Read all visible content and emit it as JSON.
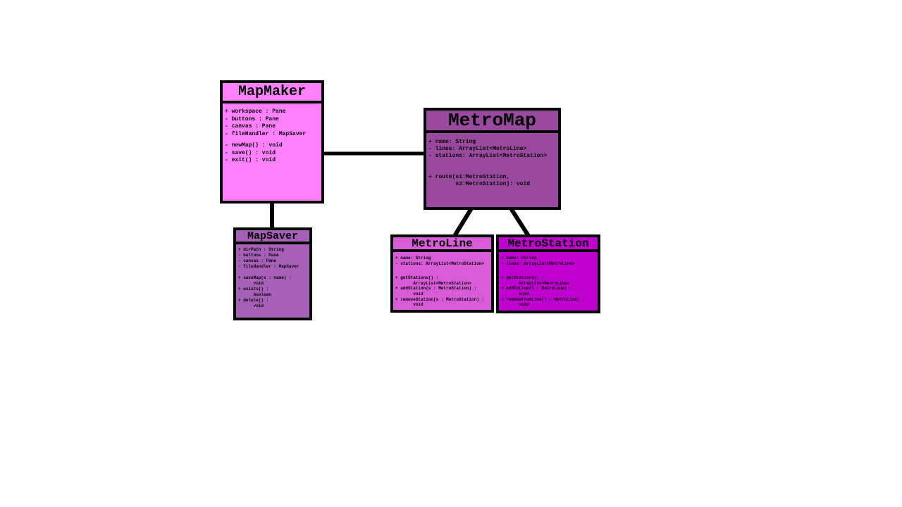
{
  "colors": {
    "mapmaker": "#ff80ff",
    "mapsaver": "#a85fb8",
    "metromap": "#9a4a9e",
    "metroline": "#d85cd8",
    "metrostation": "#bf00d0",
    "border": "#000000"
  },
  "classes": {
    "mapmaker": {
      "name": "MapMaker",
      "attributes": [
        "+ workspace : Pane",
        "- buttons : Pane",
        "- canvas : Pane",
        "- fileHandler : MapSaver"
      ],
      "operations": [
        "- newMap() : void",
        "- save() : void",
        "- exit() : void"
      ]
    },
    "mapsaver": {
      "name": "MapSaver",
      "attributes": [
        "+ dirPath : String",
        "- buttons : Pane",
        "- canvas : Pane",
        "- fileHandler : MapSaver"
      ],
      "operations": [
        "+ saveMap(s : name) :",
        "      void",
        "+ exists() :",
        "      boolean",
        "+ delete() :",
        "      void"
      ]
    },
    "metromap": {
      "name": "MetroMap",
      "attributes": [
        "+ name: String",
        "- lines: ArrayList<MetroLine>",
        "- stations: ArrayList<MetroStation>"
      ],
      "operations": [
        "+ route(s1:MetroStation,",
        "        s2:MetroStation): void"
      ]
    },
    "metroline": {
      "name": "MetroLine",
      "attributes": [
        "+ name: String",
        "- stations: ArrayList<MetroStation>"
      ],
      "operations": [
        "+ getStations() :",
        "       ArrayList<MetroStation>",
        "+ addStation(s : MetroStation) :",
        "       void",
        "+ removeStation(s : MetroStation) :",
        "       void"
      ]
    },
    "metrostation": {
      "name": "MetroStation",
      "attributes": [
        "+ name: String",
        "- lines: ArrayList<MetroLine>"
      ],
      "operations": [
        "+ getStations() :",
        "       ArrayList<MetroLine>",
        "+ addToLine(l : MetroLine) :",
        "       void",
        "+ removeFromLine(l : MetroLine) :",
        "       void"
      ]
    }
  }
}
